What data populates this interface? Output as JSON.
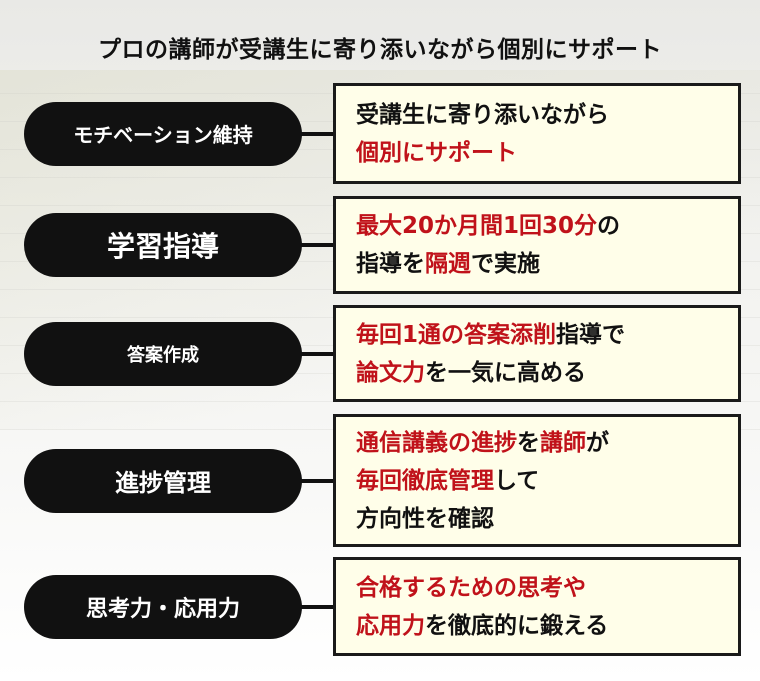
{
  "title": "プロの講師が受講生に寄り添いながら個別にサポート",
  "colors": {
    "accent_red": "#c0121a",
    "pill_bg": "#111111",
    "box_bg": "#fffee9"
  },
  "rows": [
    {
      "label": "モチベーション維持",
      "lines": [
        [
          {
            "text": "受講生に寄り添いながら",
            "red": false
          }
        ],
        [
          {
            "text": "個別にサポート",
            "red": true
          }
        ]
      ]
    },
    {
      "label": "学習指導",
      "lines": [
        [
          {
            "text": "最大20か月間1回30分",
            "red": true
          },
          {
            "text": "の",
            "red": false
          }
        ],
        [
          {
            "text": "指導を",
            "red": false
          },
          {
            "text": "隔週",
            "red": true
          },
          {
            "text": "で実施",
            "red": false
          }
        ]
      ]
    },
    {
      "label": "答案作成",
      "lines": [
        [
          {
            "text": "毎回1通の答案添削",
            "red": true
          },
          {
            "text": "指導で",
            "red": false
          }
        ],
        [
          {
            "text": "論文力",
            "red": true
          },
          {
            "text": "を一気に高める",
            "red": false
          }
        ]
      ]
    },
    {
      "label": "進捗管理",
      "lines": [
        [
          {
            "text": "通信講義の進捗",
            "red": true
          },
          {
            "text": "を",
            "red": false
          },
          {
            "text": "講師",
            "red": true
          },
          {
            "text": "が",
            "red": false
          }
        ],
        [
          {
            "text": "毎回徹底管理",
            "red": true
          },
          {
            "text": "して",
            "red": false
          }
        ],
        [
          {
            "text": "方向性を確認",
            "red": false
          }
        ]
      ]
    },
    {
      "label": "思考力・応用力",
      "lines": [
        [
          {
            "text": "合格するための思考や",
            "red": true
          }
        ],
        [
          {
            "text": "応用力",
            "red": true
          },
          {
            "text": "を徹底的に鍛える",
            "red": false
          }
        ]
      ]
    }
  ]
}
